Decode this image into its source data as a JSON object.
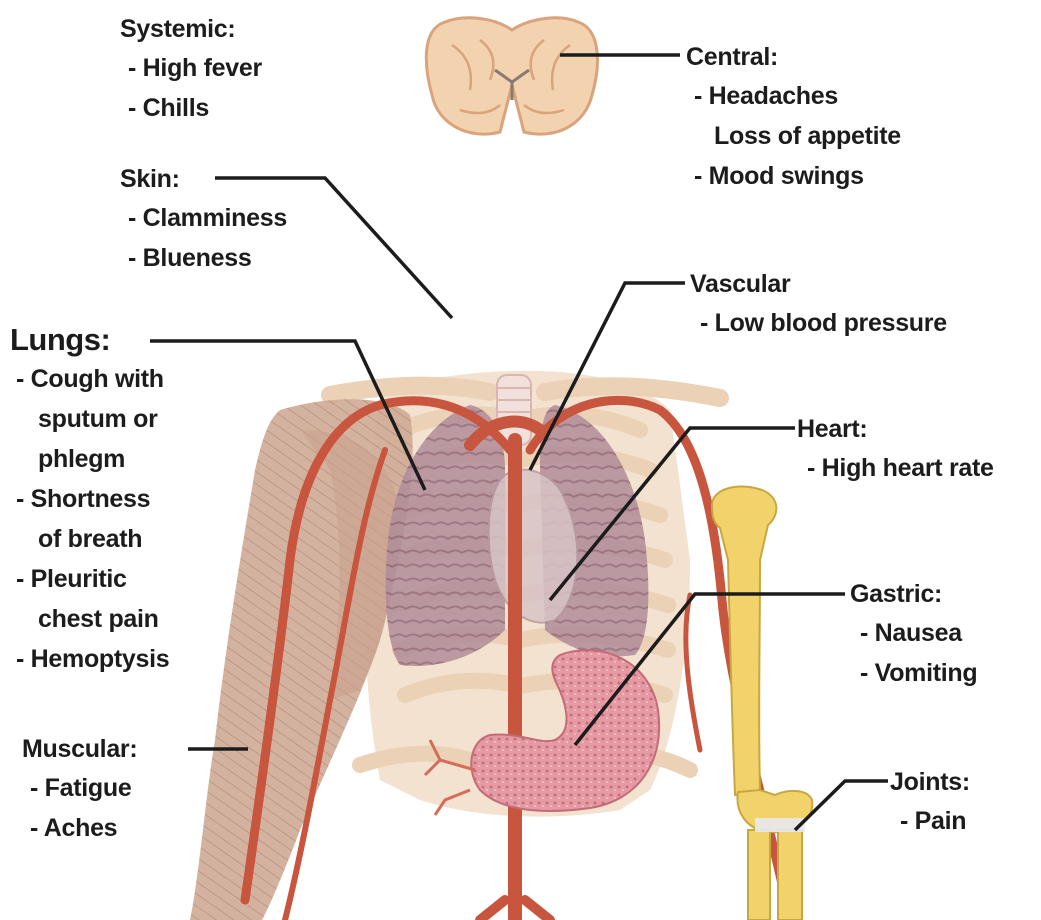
{
  "labels": {
    "systemic": {
      "title": "Systemic:",
      "items": [
        "- High fever",
        "- Chills"
      ]
    },
    "central": {
      "title": "Central:",
      "items": [
        "- Headaches",
        "Loss of appetite",
        "- Mood swings"
      ]
    },
    "skin": {
      "title": "Skin:",
      "items": [
        "- Clamminess",
        "- Blueness"
      ]
    },
    "vascular": {
      "title": "Vascular",
      "items": [
        "- Low blood pressure"
      ]
    },
    "lungs": {
      "title": "Lungs:",
      "items": [
        "- Cough with",
        "sputum or",
        "phlegm",
        "- Shortness",
        "of breath",
        "- Pleuritic",
        "chest pain",
        "- Hemoptysis"
      ]
    },
    "heart": {
      "title": "Heart:",
      "items": [
        "- High heart rate"
      ]
    },
    "gastric": {
      "title": "Gastric:",
      "items": [
        "- Nausea",
        "- Vomiting"
      ]
    },
    "muscular": {
      "title": "Muscular:",
      "items": [
        "- Fatigue",
        "- Aches"
      ]
    },
    "joints": {
      "title": "Joints:",
      "items": [
        "- Pain"
      ]
    }
  },
  "colors": {
    "text": "#1c1c1c",
    "leader": "#1c1c1c",
    "skin_tone": "#d9b79a",
    "muscle": "#c9a590",
    "artery": "#c8553d",
    "bone": "#f2d36b",
    "lung": "#a98292",
    "stomach": "#e6909a",
    "brain": "#f3d2b0",
    "rib": "#efd8bf"
  },
  "illustrations": [
    "brain",
    "torso-ribcage",
    "lungs",
    "heart",
    "stomach",
    "arm-muscles",
    "arm-bones",
    "arteries"
  ]
}
